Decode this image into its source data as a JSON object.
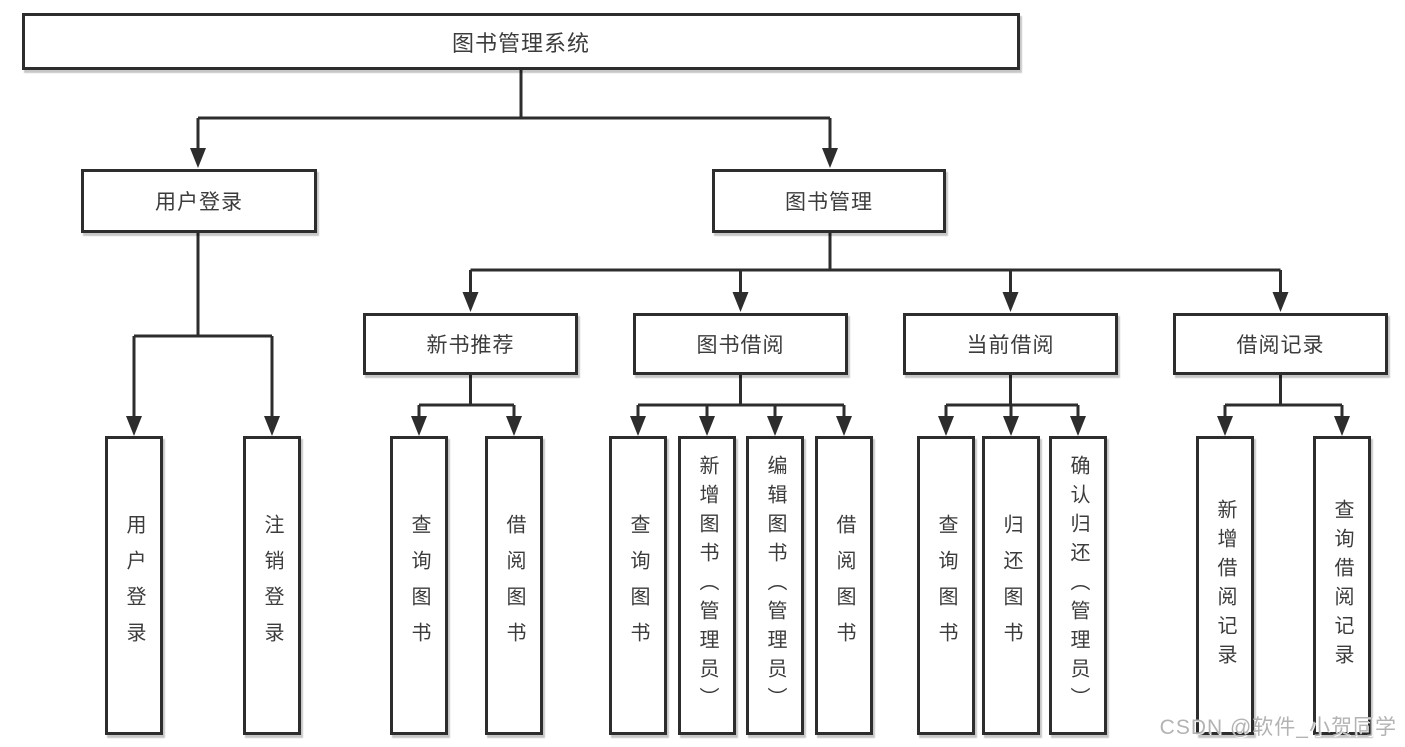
{
  "title": "图书管理系统",
  "level2": {
    "user_login_group": "用户登录",
    "book_management": "图书管理"
  },
  "level3": {
    "new_book_recommend": "新书推荐",
    "book_borrowing": "图书借阅",
    "current_borrowing": "当前借阅",
    "borrowing_records": "借阅记录"
  },
  "leaves": {
    "user_login": "用户登录",
    "logout": "注销登录",
    "nb_query_books": "查询图书",
    "nb_borrow_books": "借阅图书",
    "bb_query_books": "查询图书",
    "bb_add_books_admin": "新增图书（管理员）",
    "bb_edit_books_admin": "编辑图书（管理员）",
    "bb_borrow_books": "借阅图书",
    "cb_query_books": "查询图书",
    "cb_return_books": "归还图书",
    "cb_confirm_return_admin": "确认归还（管理员）",
    "br_add_record": "新增借阅记录",
    "br_query_record": "查询借阅记录"
  },
  "watermark": "CSDN @软件_小贺同学",
  "colors": {
    "line": "#2d2d2d",
    "box_border": "#2d2d2d",
    "box_fill": "#ffffff",
    "text": "#3c3c3c",
    "watermark": "#b3b3b3"
  }
}
